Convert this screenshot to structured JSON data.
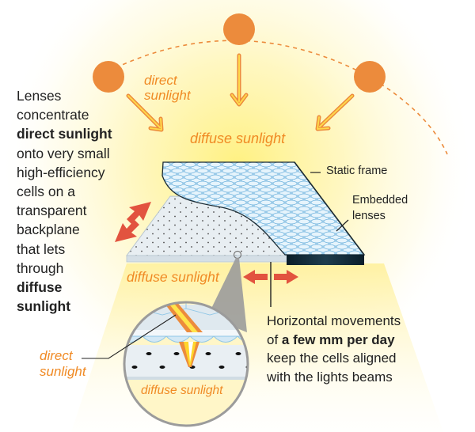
{
  "colors": {
    "sun": "#ec8b3c",
    "text_orange": "#f08a24",
    "glow_yellow": "#fff3a8",
    "arrow_red": "#e2533f",
    "lens_blue": "#a9d3ee",
    "frame_dark": "#0e2531",
    "text_dark": "#222222"
  },
  "top_labels": {
    "direct_line1": "direct",
    "direct_line2": "sunlight",
    "diffuse": "diffuse sunlight"
  },
  "left_description": {
    "line1": "Lenses",
    "line2": "concentrate",
    "line3_bold": "direct sunlight",
    "line4": "onto very small",
    "line5": "high-efficiency",
    "line6": "cells on a",
    "line7": "transparent",
    "line8": "backplane",
    "line9": "that lets",
    "line10": "through",
    "line11_bold": "diffuse",
    "line12_bold": "sunlight"
  },
  "panel_labels": {
    "static_frame": "Static frame",
    "embedded_line1": "Embedded",
    "embedded_line2": "lenses",
    "diffuse_below": "diffuse sunlight"
  },
  "bottom_description": {
    "line1": "Horizontal movements",
    "line2_prefix": "of ",
    "line2_bold": "a few mm per day",
    "line3": "keep the cells aligned",
    "line4": "with the lights beams"
  },
  "detail_view": {
    "direct_line1": "direct",
    "direct_line2": "sunlight",
    "diffuse": "diffuse sunlight"
  }
}
